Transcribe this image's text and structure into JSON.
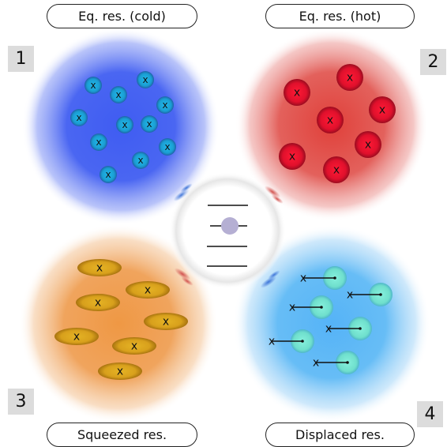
{
  "labels": {
    "top_left": "Eq. res. (cold)",
    "top_right": "Eq. res. (hot)",
    "bottom_left": "Squeezed res.",
    "bottom_right": "Displaced res."
  },
  "corner_numbers": [
    "1",
    "2",
    "3",
    "4"
  ],
  "particle_marker": "x",
  "colors": {
    "cold_reservoir": "#3f5cf2",
    "cold_particle": "#1aa3d6",
    "hot_reservoir": "#e0443c",
    "hot_particle": "#e0102e",
    "squeezed_reservoir": "#ef9a4a",
    "squeezed_particle": "#d9a41c",
    "displaced_reservoir": "#5cb8f5",
    "displaced_particle": "#6fe0cf",
    "system_atom": "#b5afd3"
  }
}
